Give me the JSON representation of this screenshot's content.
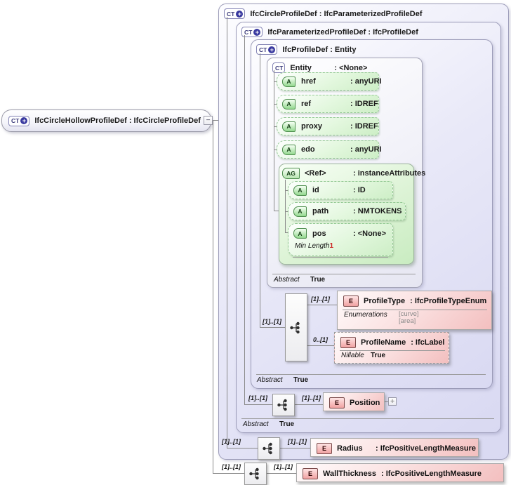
{
  "diagram": {
    "root": {
      "icon": "CT",
      "plus": "+",
      "title": "IfcCircleHollowProfileDef : IfcCircleProfileDef",
      "collapse_glyph": "−"
    },
    "circle": {
      "icon": "CT",
      "plus": "+",
      "title": "IfcCircleProfileDef : IfcParameterizedProfileDef",
      "radius": {
        "icon": "E",
        "name": "Radius",
        "type": ": IfcPositiveLengthMeasure",
        "card_in": "[1]..[1]",
        "card_out": "[1]..[1]"
      }
    },
    "parameterized": {
      "icon": "CT",
      "plus": "+",
      "title": "IfcParameterizedProfileDef : IfcProfileDef",
      "abstract": {
        "label": "Abstract",
        "value": "True"
      },
      "position": {
        "icon": "E",
        "name": "Position",
        "expand_glyph": "+",
        "card_in": "[1]..[1]",
        "card_out": "[1]..[1]"
      }
    },
    "profile_def": {
      "icon": "CT",
      "plus": "+",
      "title": "IfcProfileDef : Entity",
      "abstract": {
        "label": "Abstract",
        "value": "True"
      },
      "choice_card": "[1]..[1]",
      "profile_type": {
        "icon": "E",
        "name": "ProfileType",
        "type": ": IfcProfileTypeEnum",
        "card": "[1]..[1]",
        "facet_label": "Enumerations",
        "facet_values": [
          "[curve]",
          "[area]"
        ]
      },
      "profile_name": {
        "icon": "E",
        "name": "ProfileName",
        "type": ": IfcLabel",
        "card": "0..[1]",
        "facet_label": "Nillable",
        "facet_value": "True"
      }
    },
    "entity": {
      "icon": "CT",
      "name": "Entity",
      "type": ": <None>",
      "abstract": {
        "label": "Abstract",
        "value": "True"
      },
      "attributes": [
        {
          "icon": "A",
          "name": "href",
          "type": ": anyURI"
        },
        {
          "icon": "A",
          "name": "ref",
          "type": ": IDREF"
        },
        {
          "icon": "A",
          "name": "proxy",
          "type": ": IDREF"
        },
        {
          "icon": "A",
          "name": "edo",
          "type": ": anyURI"
        }
      ],
      "group": {
        "icon": "AG",
        "name": "<Ref>",
        "type": ": instanceAttributes",
        "attributes": [
          {
            "icon": "A",
            "name": "id",
            "type": ": ID"
          },
          {
            "icon": "A",
            "name": "path",
            "type": ": NMTOKENS"
          },
          {
            "icon": "A",
            "name": "pos",
            "type": ": <None>",
            "facet_label": "Min Length",
            "facet_value": "1"
          }
        ]
      }
    },
    "wall_thickness": {
      "icon": "E",
      "name": "WallThickness",
      "type": ": IfcPositiveLengthMeasure",
      "card_in": "[1]..[1]",
      "card_out": "[1]..[1]"
    },
    "colors": {
      "frame_fill": "#e2e2f6",
      "entity_fill": "#f0f0f8",
      "attribute_green": "#d7f2d2",
      "element_pink": "#f5c6c6",
      "line_gray": "#8a8a8a",
      "facet_value_red": "#cc2222",
      "enum_value_gray": "#8a8a8a"
    }
  }
}
